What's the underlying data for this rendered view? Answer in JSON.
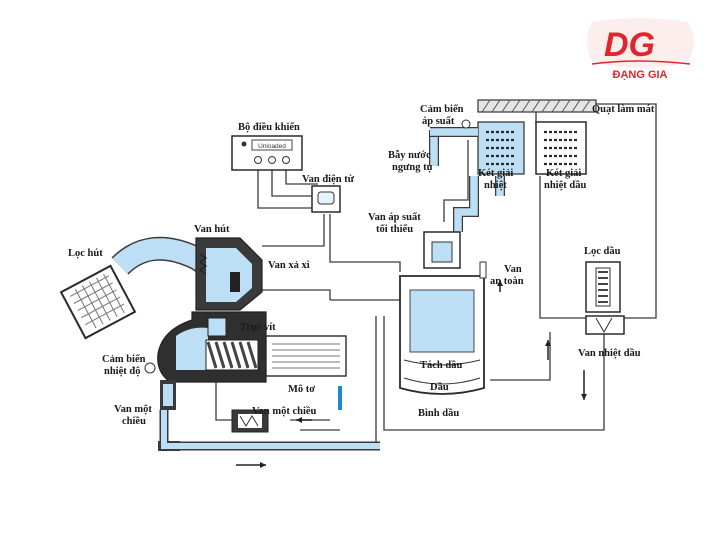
{
  "brand": {
    "logo_letters": "DG",
    "name": "ĐẠNG GIA",
    "color": "#e0262b"
  },
  "controller": {
    "title": "Bộ điều khiển",
    "display": "Unloaded"
  },
  "labels": {
    "cam_bien_ap_suat_1": "Cảm biến",
    "cam_bien_ap_suat_2": "áp suất",
    "quat_lam_mat": "Quạt làm mát",
    "bay_nuoc_1": "Bẫy nước",
    "bay_nuoc_2": "ngưng tụ",
    "ket_giai_nhiet_1": "Két giải",
    "ket_giai_nhiet_2": "nhiệt",
    "ket_giai_nhiet_dau_1": "Két giải",
    "ket_giai_nhiet_dau_2": "nhiệt dầu",
    "van_dien_tu": "Van điện từ",
    "van_ap_suat_1": "Van áp suất",
    "van_ap_suat_2": "tối thiểu",
    "van_hut": "Van hút",
    "van_xa_xi": "Van xả xì",
    "loc_hut": "Lọc hút",
    "van_an_toan_1": "Van",
    "van_an_toan_2": "an toàn",
    "loc_dau": "Lọc dầu",
    "truc_vit": "Trục vít",
    "cam_bien_nhiet_1": "Cảm biến",
    "cam_bien_nhiet_2": "nhiệt độ",
    "tach_dau": "Tách dầu",
    "dau": "Dầu",
    "van_nhiet_dau": "Van nhiệt dầu",
    "mo_to": "Mô tơ",
    "van_mot_chieu_a_1": "Van một",
    "van_mot_chieu_a_2": "chiều",
    "van_mot_chieu_b": "Van một chiều",
    "binh_dau": "Bình dầu"
  },
  "colors": {
    "air_blue": "#bcdff5",
    "line": "#3a3a3a"
  }
}
